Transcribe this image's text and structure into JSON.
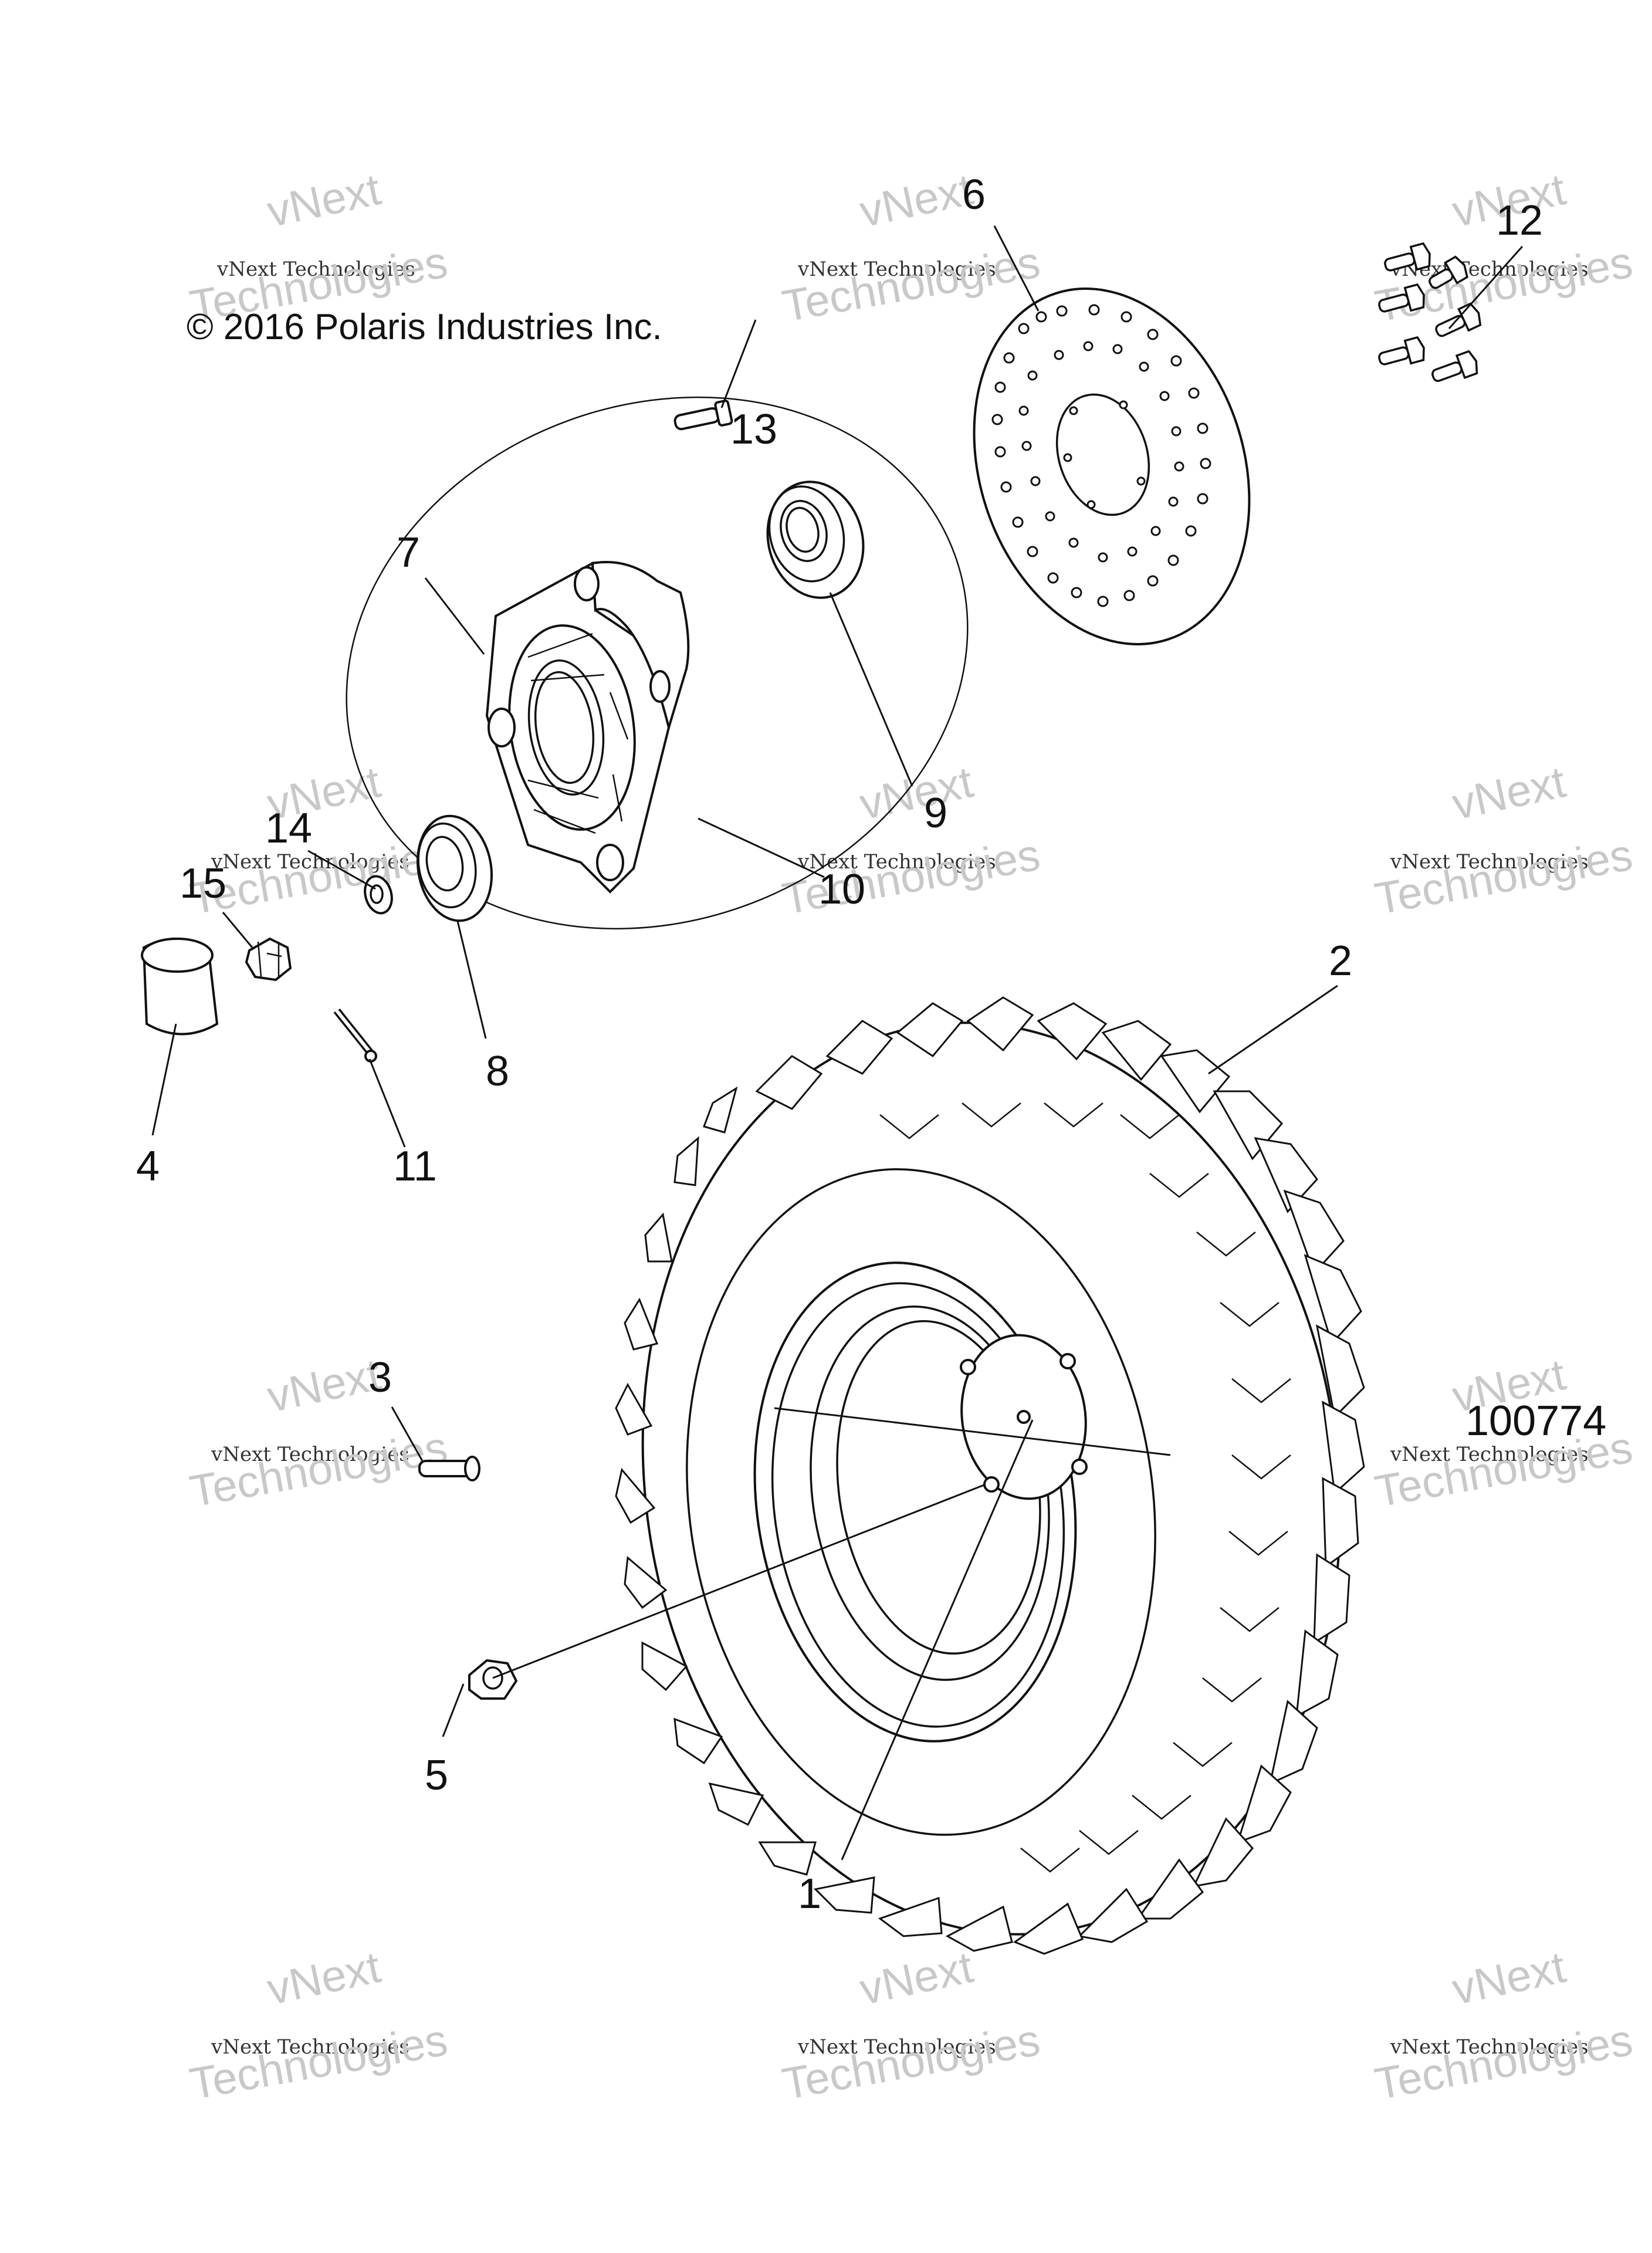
{
  "copyright": "© 2016 Polaris Industries Inc.",
  "figure_number": "100774",
  "watermark": {
    "line1": "vNext",
    "line2": "vNext Technologies",
    "line3": "Technologies"
  },
  "callouts": [
    {
      "id": "1",
      "label": "1",
      "part": "wheel-rim"
    },
    {
      "id": "2",
      "label": "2",
      "part": "tire"
    },
    {
      "id": "3",
      "label": "3",
      "part": "stud"
    },
    {
      "id": "4",
      "label": "4",
      "part": "hub-cap"
    },
    {
      "id": "5",
      "label": "5",
      "part": "lug-nut"
    },
    {
      "id": "6",
      "label": "6",
      "part": "brake-disc"
    },
    {
      "id": "7",
      "label": "7",
      "part": "hub-assembly"
    },
    {
      "id": "8",
      "label": "8",
      "part": "bearing-outer"
    },
    {
      "id": "9",
      "label": "9",
      "part": "bearing-inner"
    },
    {
      "id": "10",
      "label": "10",
      "part": "wheel-hub"
    },
    {
      "id": "11",
      "label": "11",
      "part": "cotter-pin"
    },
    {
      "id": "12",
      "label": "12",
      "part": "disc-bolts"
    },
    {
      "id": "13",
      "label": "13",
      "part": "wheel-stud"
    },
    {
      "id": "14",
      "label": "14",
      "part": "washer"
    },
    {
      "id": "15",
      "label": "15",
      "part": "castle-nut"
    }
  ]
}
